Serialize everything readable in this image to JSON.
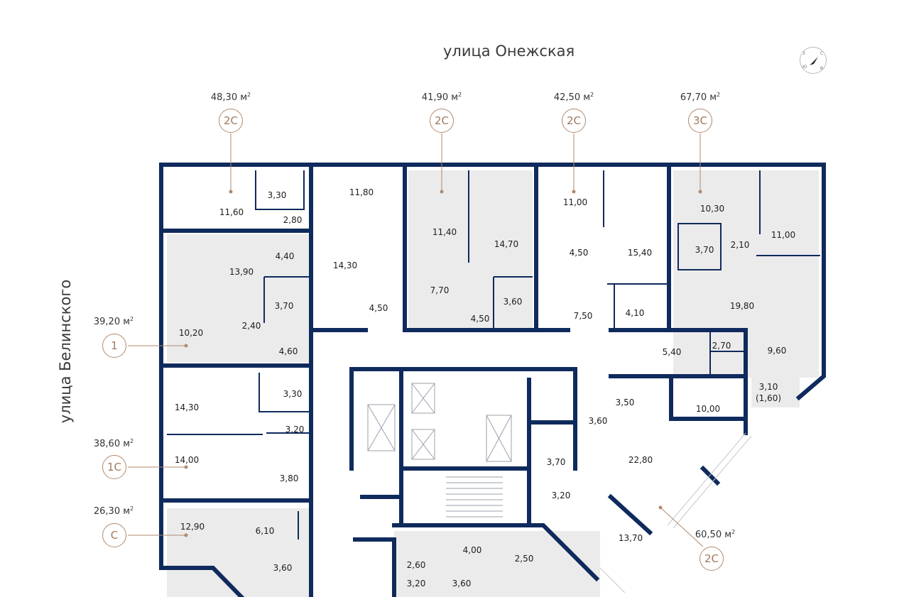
{
  "streets": {
    "north": "улица Онежская",
    "west": "улица Белинского"
  },
  "compass": {
    "n": "С",
    "s": "Ю",
    "w": "З",
    "e": "В"
  },
  "units": [
    {
      "area": "48,30 м",
      "type": "2С"
    },
    {
      "area": "41,90 м",
      "type": "2С"
    },
    {
      "area": "42,50 м",
      "type": "2С"
    },
    {
      "area": "67,70 м",
      "type": "3С"
    },
    {
      "area": "39,20 м",
      "type": "1"
    },
    {
      "area": "38,60 м",
      "type": "1С"
    },
    {
      "area": "26,30 м",
      "type": "С"
    },
    {
      "area": "60,50 м",
      "type": "2С"
    }
  ],
  "sup": "2",
  "rooms": [
    "3,30",
    "11,60",
    "2,80",
    "11,80",
    "11,40",
    "14,70",
    "11,00",
    "4,50",
    "15,40",
    "10,30",
    "2,10",
    "11,00",
    "3,70",
    "4,40",
    "13,90",
    "14,30",
    "3,70",
    "7,70",
    "3,60",
    "4,50",
    "7,50",
    "4,10",
    "19,80",
    "2,40",
    "4,50",
    "10,20",
    "4,60",
    "5,40",
    "2,70",
    "9,60",
    "3,30",
    "14,30",
    "3,20",
    "3,50",
    "3,60",
    "10,00",
    "3,10",
    "(1,60)",
    "14,00",
    "3,80",
    "3,70",
    "22,80",
    "3,20",
    "12,90",
    "6,10",
    "3,60",
    "4,00",
    "2,60",
    "2,50",
    "13,70",
    "3,20",
    "3,60"
  ],
  "colors": {
    "wall": "#0f2a5c",
    "room_fill": "#ebebeb",
    "accent": "#b08a6e"
  }
}
